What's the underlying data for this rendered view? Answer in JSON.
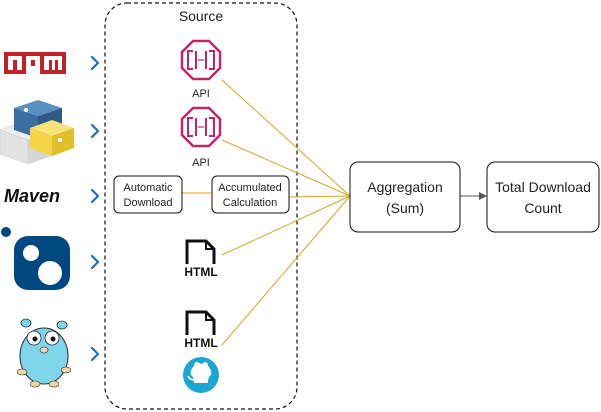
{
  "source_box": {
    "title": "Source"
  },
  "api_1": {
    "label": "API"
  },
  "api_2": {
    "label": "API"
  },
  "auto_download": {
    "line1": "Automatic",
    "line2": "Download"
  },
  "accumulated_calc": {
    "line1": "Accumulated",
    "line2": "Calculation"
  },
  "html_1": {
    "text": "HTML"
  },
  "html_2": {
    "text": "HTML"
  },
  "aggregation": {
    "line1": "Aggregation",
    "line2": "(Sum)"
  },
  "total": {
    "line1": "Total Download",
    "line2": "Count"
  },
  "logos": {
    "npm": "npm",
    "maven": "Maven"
  },
  "colors": {
    "npm_red": "#c12127",
    "api_magenta": "#c2256b",
    "connector_gold": "#d9a520",
    "arrow_gray": "#555555",
    "chevron_blue": "#1f6fc2",
    "nuget_blue": "#004880",
    "go_cyan": "#7fd5ea",
    "github_cyan": "#1aa7d4",
    "python_blue": "#3c6e9f",
    "python_yellow": "#f4d548"
  }
}
